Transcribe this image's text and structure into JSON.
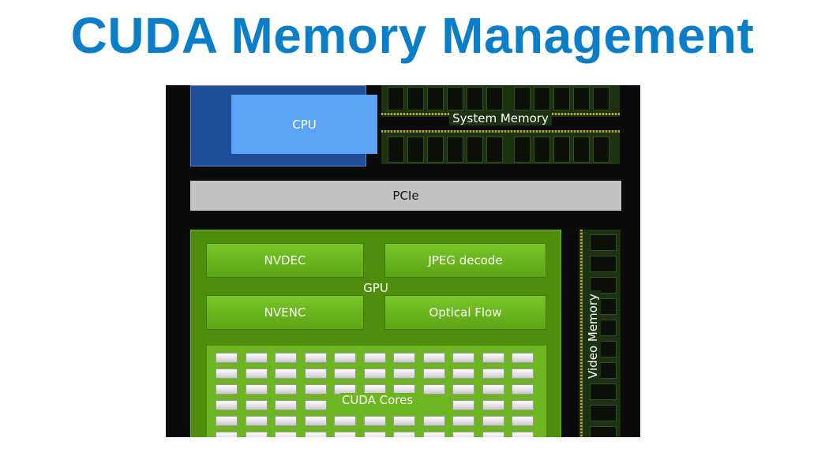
{
  "title": "CUDA Memory Management",
  "diagram": {
    "cpu_label": "CPU",
    "system_memory_label": "System Memory",
    "pcie_label": "PCIe",
    "gpu_label": "GPU",
    "engines": {
      "nvdec": "NVDEC",
      "jpeg": "JPEG decode",
      "nvenc": "NVENC",
      "optical_flow": "Optical Flow"
    },
    "cuda_cores_label": "CUDA Cores",
    "video_memory_label": "Video Memory"
  },
  "colors": {
    "title": "#0a7ec8",
    "cpu": "#5aa3f5",
    "gpu": "#4f8e0c",
    "pcie": "#c2c2c2",
    "background": "#0b0b0b"
  }
}
